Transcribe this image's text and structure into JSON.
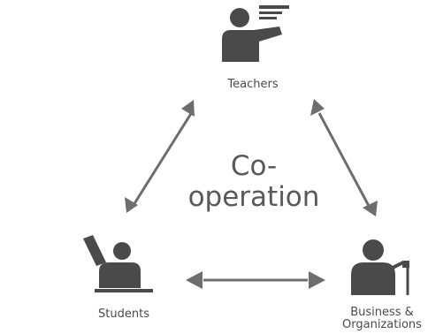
{
  "diagram": {
    "center_lines": [
      "Co-",
      "operation"
    ],
    "nodes": {
      "teachers": {
        "label": "Teachers",
        "icon": "teacher-pointing-icon"
      },
      "students": {
        "label": "Students",
        "icon": "student-raising-hand-icon"
      },
      "business": {
        "label_lines": [
          "Business &",
          "Organizations"
        ],
        "icon": "speaker-microphone-icon"
      }
    },
    "edges": [
      {
        "from": "teachers",
        "to": "students",
        "style": "bidirectional"
      },
      {
        "from": "teachers",
        "to": "business",
        "style": "bidirectional"
      },
      {
        "from": "students",
        "to": "business",
        "style": "bidirectional"
      }
    ],
    "colors": {
      "icon": "#4a4a4a",
      "arrow": "#6d6d6d",
      "text": "#4a4a4a"
    }
  }
}
